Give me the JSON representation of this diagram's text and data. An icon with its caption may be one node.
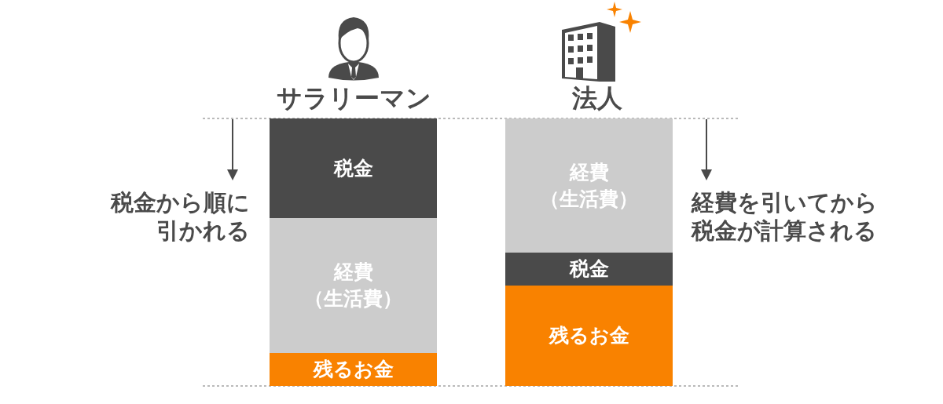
{
  "diagram": {
    "nodes": [
      {
        "text": [
          "税金"
        ]
      },
      {
        "text": [
          "経費",
          "（生活費）"
        ]
      },
      {
        "text": [
          "残るお金"
        ]
      },
      {
        "text": [
          "経費",
          "（生活費）"
        ]
      },
      {
        "text": [
          "税金"
        ]
      },
      {
        "text": [
          "残るお金"
        ]
      }
    ],
    "labels": [
      "サラリーマン",
      "法人",
      "税金から順に引かれる",
      "経費を引いてから税金が計算される"
    ]
  }
}
